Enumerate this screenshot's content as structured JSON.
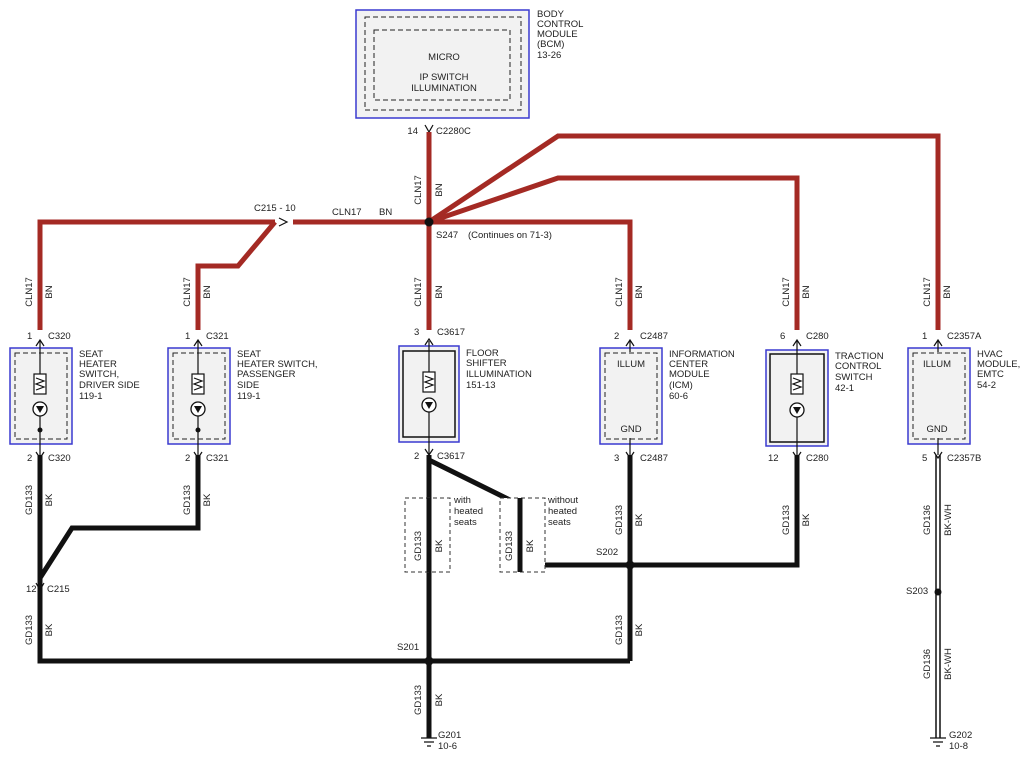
{
  "bcm": {
    "name_lines": [
      "BODY",
      "CONTROL",
      "MODULE",
      "(BCM)",
      "13-26"
    ],
    "inner": "MICRO",
    "inner2_line1": "IP SWITCH",
    "inner2_line2": "ILLUMINATION",
    "pin": "14",
    "connector": "C2280C"
  },
  "main_wire": {
    "circuit": "CLN17",
    "color": "BN"
  },
  "splice_s247": {
    "name": "S247",
    "note": "(Continues on 71-3)"
  },
  "c215_top": "C215 - 10",
  "components": [
    {
      "id": "seat-heater-driver",
      "label_lines": [
        "SEAT",
        "HEATER",
        "SWITCH,",
        "DRIVER SIDE",
        "119-1"
      ],
      "pin_top": "1",
      "conn_top": "C320",
      "pin_bot": "2",
      "conn_bot": "C320"
    },
    {
      "id": "seat-heater-passenger",
      "label_lines": [
        "SEAT",
        "HEATER SWITCH,",
        "PASSENGER",
        "SIDE",
        "119-1"
      ],
      "pin_top": "1",
      "conn_top": "C321",
      "pin_bot": "2",
      "conn_bot": "C321"
    },
    {
      "id": "floor-shifter",
      "label_lines": [
        "FLOOR",
        "SHIFTER",
        "ILLUMINATION",
        "151-13"
      ],
      "pin_top": "3",
      "conn_top": "C3617",
      "pin_bot": "2",
      "conn_bot": "C3617"
    },
    {
      "id": "icm",
      "label_lines": [
        "INFORMATION",
        "CENTER",
        "MODULE",
        "(ICM)",
        "60-6"
      ],
      "inner_top": "ILLUM",
      "inner_bot": "GND",
      "pin_top": "2",
      "conn_top": "C2487",
      "pin_bot": "3",
      "conn_bot": "C2487"
    },
    {
      "id": "traction",
      "label_lines": [
        "TRACTION",
        "CONTROL",
        "SWITCH",
        "42-1"
      ],
      "pin_top": "6",
      "conn_top": "C280",
      "pin_bot": "12",
      "conn_bot": "C280"
    },
    {
      "id": "hvac",
      "label_lines": [
        "HVAC",
        "MODULE,",
        "EMTC",
        "54-2"
      ],
      "inner_top": "ILLUM",
      "inner_bot": "GND",
      "pin_top": "1",
      "conn_top": "C2357A",
      "pin_bot": "5",
      "conn_bot": "C2357B"
    }
  ],
  "ground_wire": {
    "circuit": "GD133",
    "color": "BK"
  },
  "hvac_ground": {
    "circuit": "GD136",
    "color": "BK-WH"
  },
  "c215_bottom": {
    "pin": "12",
    "connector": "C215"
  },
  "splices": {
    "s201": "S201",
    "s202": "S202",
    "s203": "S203"
  },
  "options": {
    "with_lines": [
      "with",
      "heated",
      "seats"
    ],
    "without_lines": [
      "without",
      "heated",
      "seats"
    ]
  },
  "grounds": {
    "g201": {
      "name": "G201",
      "ref": "10-6"
    },
    "g202": {
      "name": "G202",
      "ref": "10-8"
    }
  }
}
